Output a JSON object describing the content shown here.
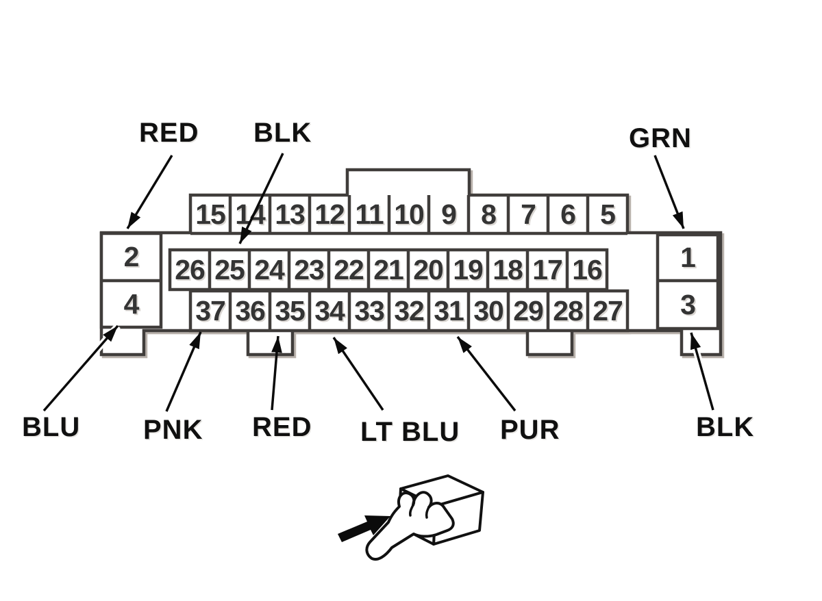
{
  "connector": {
    "top_row": [
      "15",
      "14",
      "13",
      "12",
      "11",
      "10",
      "9",
      "8",
      "7",
      "6",
      "5"
    ],
    "middle_row": [
      "26",
      "25",
      "24",
      "23",
      "22",
      "21",
      "20",
      "19",
      "18",
      "17",
      "16"
    ],
    "bottom_row": [
      "37",
      "36",
      "35",
      "34",
      "33",
      "32",
      "31",
      "30",
      "29",
      "28",
      "27"
    ],
    "left_pins": [
      "2",
      "4"
    ],
    "right_pins": [
      "1",
      "3"
    ]
  },
  "wire_labels": [
    {
      "label": "RED",
      "position": "top-left",
      "points_to_pin": "2"
    },
    {
      "label": "BLK",
      "position": "top-center",
      "points_to_pin": "25"
    },
    {
      "label": "GRN",
      "position": "top-right",
      "points_to_pin": "1"
    },
    {
      "label": "BLU",
      "position": "bottom-left",
      "points_to_pin": "4"
    },
    {
      "label": "PNK",
      "position": "bottom",
      "points_to_pin": "37"
    },
    {
      "label": "RED",
      "position": "bottom",
      "points_to_pin": "35"
    },
    {
      "label": "LT BLU",
      "position": "bottom",
      "points_to_pin": "34"
    },
    {
      "label": "PUR",
      "position": "bottom",
      "points_to_pin": "31"
    },
    {
      "label": "BLK",
      "position": "bottom-right",
      "points_to_pin": "3"
    }
  ],
  "icons": {
    "hand_connector": "hand-holding-connector-icon",
    "view_direction": "view-direction-arrow-icon"
  },
  "colors": {
    "line": "#413d3a",
    "shadow": "#a89f97",
    "text": "#343434",
    "label_text": "#101010",
    "background": "#ffffff"
  }
}
